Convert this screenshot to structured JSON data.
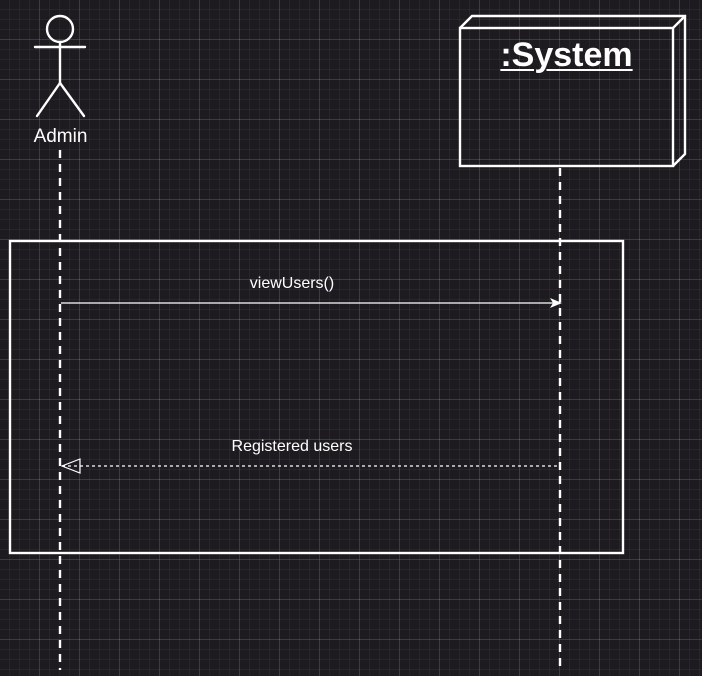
{
  "diagram": {
    "type": "sequence",
    "actor": {
      "name": "Admin",
      "icon": "stick-figure-icon"
    },
    "system": {
      "name": ":System"
    },
    "messages": [
      {
        "label": "viewUsers()",
        "kind": "sync-call",
        "from": "Admin",
        "to": ":System"
      },
      {
        "label": "Registered users",
        "kind": "return",
        "from": ":System",
        "to": "Admin"
      }
    ],
    "colors": {
      "background": "#1d1a20",
      "stroke": "#ffffff",
      "grid": "#3a363e"
    }
  }
}
